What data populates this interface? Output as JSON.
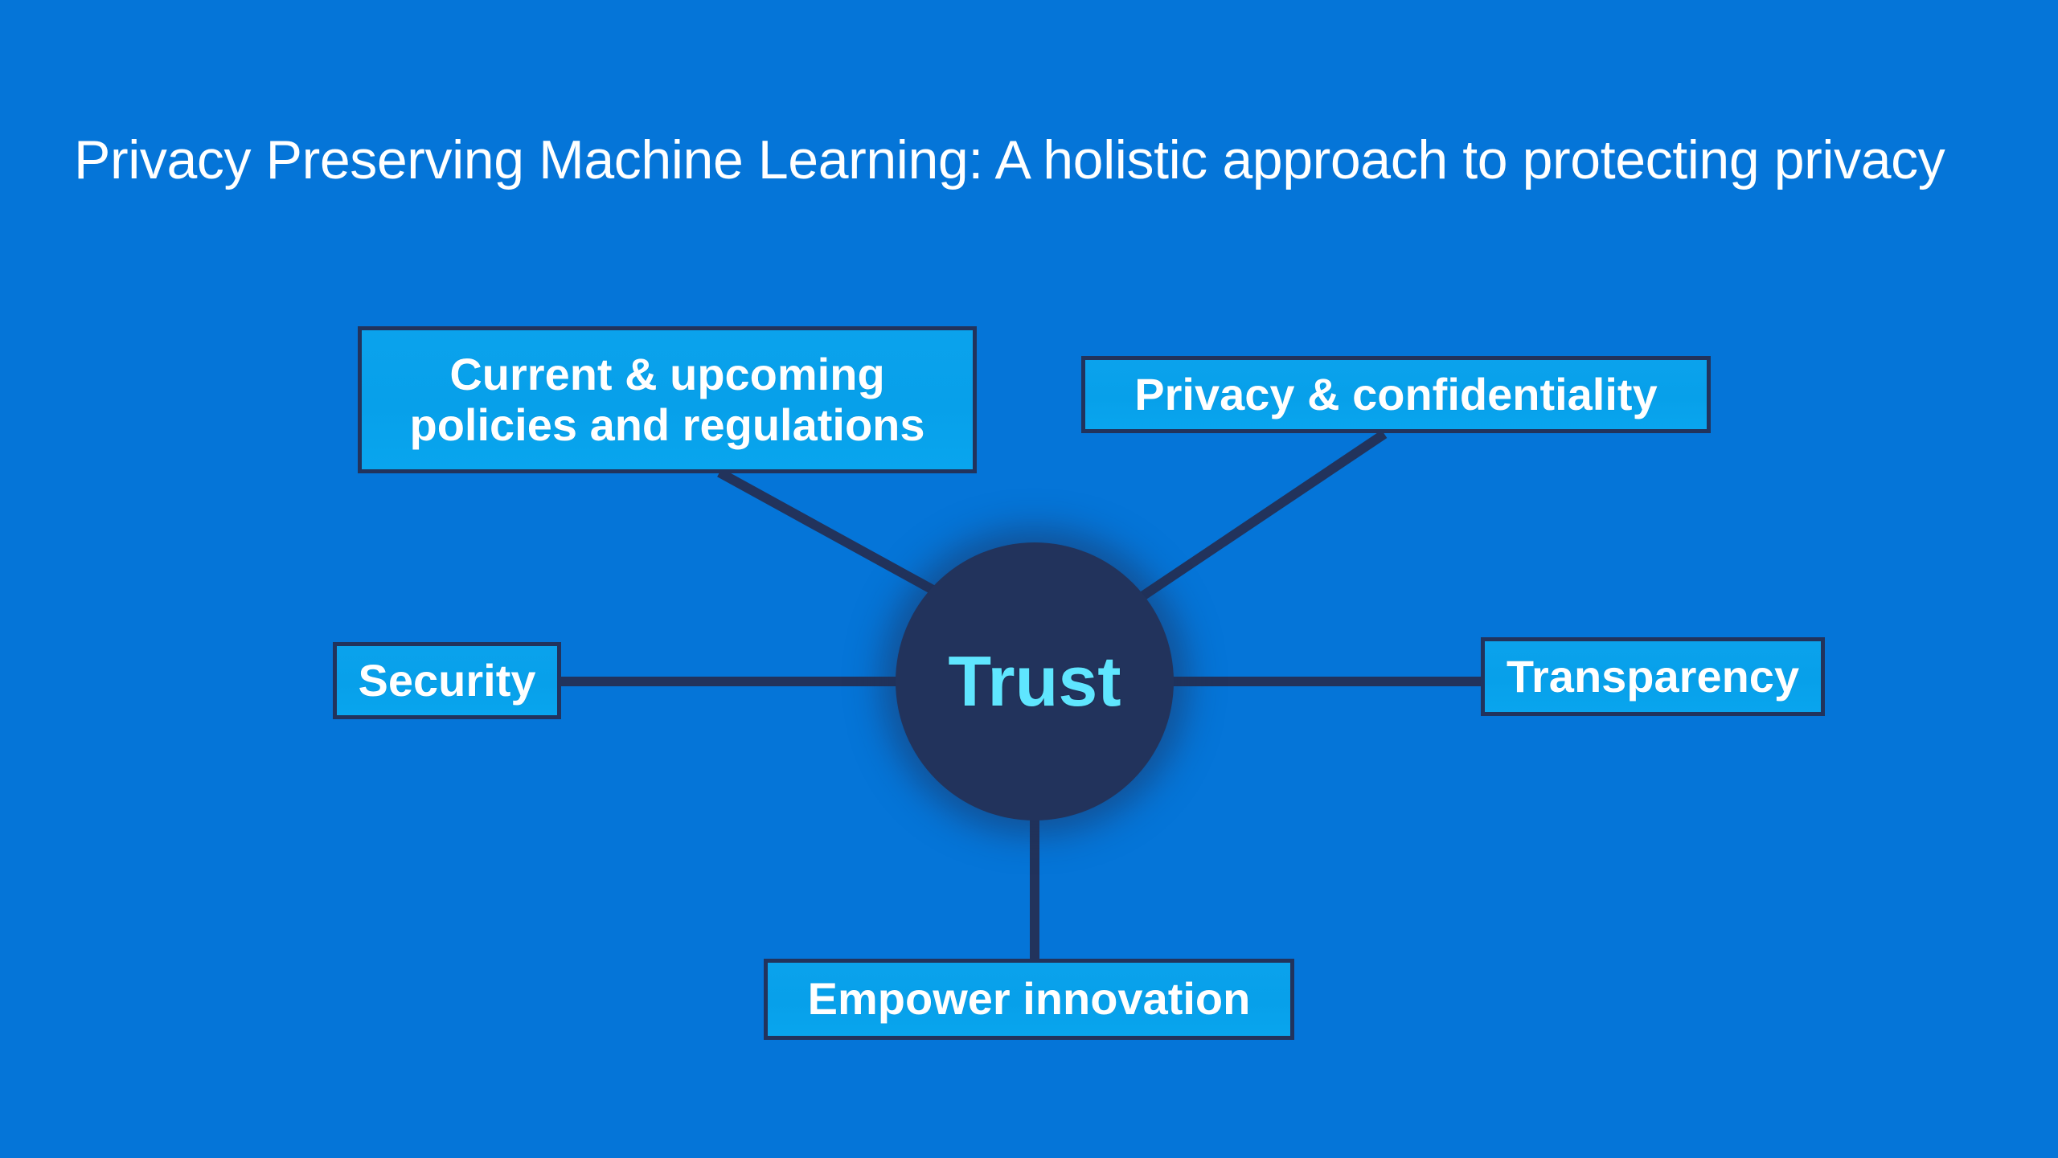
{
  "slide": {
    "background_color": "#0575d8",
    "title": "Privacy Preserving Machine Learning: A holistic approach to protecting privacy"
  },
  "diagram": {
    "type": "hub-and-spoke",
    "accent_colors": {
      "background": "#0575d8",
      "node_fill": "#0ba2ec",
      "node_border": "#22335c",
      "hub_fill": "#22335c",
      "hub_text": "#5fe6ff",
      "connector": "#22335c",
      "node_text": "#ffffff",
      "title_text": "#ffffff"
    },
    "hub": {
      "label": "Trust"
    },
    "nodes": [
      {
        "id": "policies",
        "label": "Current & upcoming\npolicies and regulations"
      },
      {
        "id": "privacy",
        "label": "Privacy & confidentiality"
      },
      {
        "id": "security",
        "label": "Security"
      },
      {
        "id": "transparency",
        "label": "Transparency"
      },
      {
        "id": "empower",
        "label": "Empower innovation"
      }
    ],
    "connections": [
      {
        "from": "policies",
        "to": "Trust"
      },
      {
        "from": "privacy",
        "to": "Trust"
      },
      {
        "from": "security",
        "to": "Trust"
      },
      {
        "from": "transparency",
        "to": "Trust"
      },
      {
        "from": "empower",
        "to": "Trust"
      }
    ]
  }
}
